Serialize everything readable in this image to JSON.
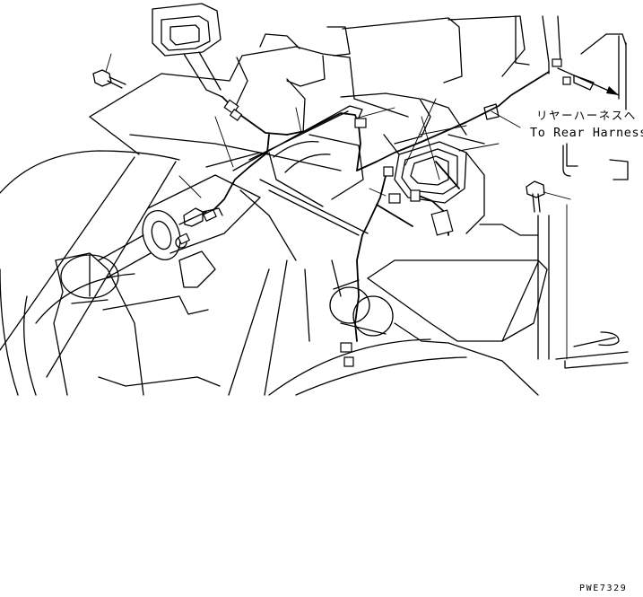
{
  "labels": {
    "rear_harness_jp": "リヤーハーネスへ",
    "rear_harness_en": "To Rear Harness",
    "drawing_code": "PWE7329"
  }
}
